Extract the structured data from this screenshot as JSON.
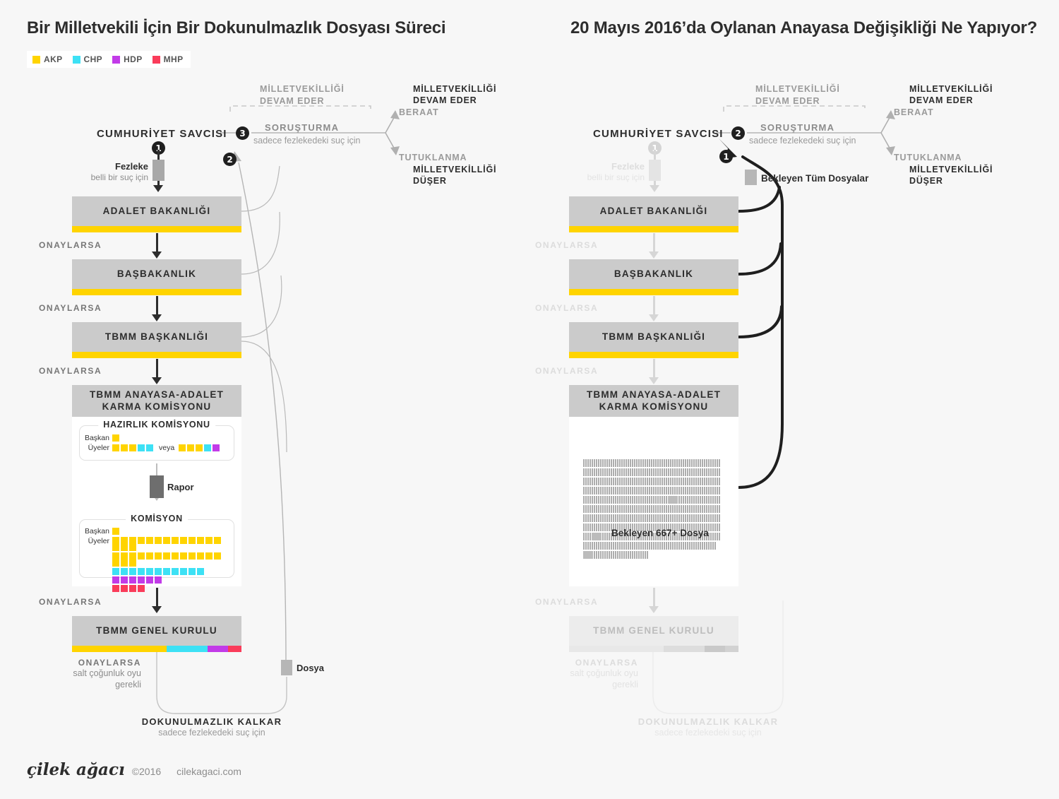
{
  "legend": {
    "items": [
      {
        "label": "AKP",
        "color": "#FFD400"
      },
      {
        "label": "CHP",
        "color": "#3DE1F5"
      },
      {
        "label": "HDP",
        "color": "#C23BE8"
      },
      {
        "label": "MHP",
        "color": "#FA3C5A"
      }
    ]
  },
  "left": {
    "title": "Bir Milletvekili İçin Bir Dokunulmazlık Dosyası Süreci",
    "top": {
      "dashed_label_line1": "MİLLETVEKİLLİĞİ",
      "dashed_label_line2": "DEVAM EDER",
      "prosecutor": "CUMHURİYET SAVCISI",
      "badge_investigation": "3",
      "badge_return": "2",
      "badge_file": "1",
      "investigation": "SORUŞTURMA",
      "investigation_sub": "sadece fezlekedeki suç için",
      "outcome_acquittal": "BERAAT",
      "outcome_acquittal_strong_1": "MİLLETVEKİLLİĞİ",
      "outcome_acquittal_strong_2": "DEVAM EDER",
      "outcome_arrest": "TUTUKLANMA",
      "outcome_arrest_strong_1": "MİLLETVEKİLLİĞİ",
      "outcome_arrest_strong_2": "DÜŞER"
    },
    "fezleke": {
      "title": "Fezleke",
      "sub": "belli bir suç için"
    },
    "boxes": [
      {
        "name": "adalet-bakanligi",
        "title": "ADALET BAKANLIĞI",
        "bar": [
          {
            "color": "#FFD400",
            "pct": 100
          }
        ]
      },
      {
        "name": "basbakanlik",
        "title": "BAŞBAKANLIK",
        "bar": [
          {
            "color": "#FFD400",
            "pct": 100
          }
        ]
      },
      {
        "name": "tbmm-baskanligi",
        "title": "TBMM BAŞKANLIĞI",
        "bar": [
          {
            "color": "#FFD400",
            "pct": 100
          }
        ]
      },
      {
        "name": "karma-komisyon",
        "title": "TBMM ANAYASA-ADALET KARMA KOMİSYONU",
        "bar": [
          {
            "color": "#FFD400",
            "pct": 56
          },
          {
            "color": "#3DE1F5",
            "pct": 24
          },
          {
            "color": "#C23BE8",
            "pct": 12
          },
          {
            "color": "#FA3C5A",
            "pct": 8
          }
        ]
      },
      {
        "name": "genel-kurul",
        "title": "TBMM GENEL KURULU",
        "bar": [
          {
            "color": "#FFD400",
            "pct": 56
          },
          {
            "color": "#3DE1F5",
            "pct": 24
          },
          {
            "color": "#C23BE8",
            "pct": 12
          },
          {
            "color": "#FA3C5A",
            "pct": 8
          }
        ]
      }
    ],
    "approve_label": "ONAYLARSA",
    "prep_commission": {
      "title": "HAZIRLIK KOMİSYONU",
      "chair_label": "Başkan",
      "members_label": "Üyeler",
      "or_label": "veya",
      "chair": [
        "#FFD400"
      ],
      "option_a": [
        "#FFD400",
        "#FFD400",
        "#FFD400",
        "#3DE1F5",
        "#3DE1F5"
      ],
      "option_b": [
        "#FFD400",
        "#FFD400",
        "#FFD400",
        "#3DE1F5",
        "#C23BE8"
      ]
    },
    "report": {
      "label": "Rapor"
    },
    "commission": {
      "title": "KOMİSYON",
      "chair_label": "Başkan",
      "members_label": "Üyeler",
      "chair": [
        "#FFD400"
      ],
      "rows": [
        {
          "color": "#FFD400",
          "count": 16
        },
        {
          "color": "#FFD400",
          "count": 16
        },
        {
          "color": "#3DE1F5",
          "count": 11
        },
        {
          "color": "#C23BE8",
          "count": 6
        },
        {
          "color": "#FA3C5A",
          "count": 4
        }
      ]
    },
    "final_vote": {
      "approve": "ONAYLARSA",
      "sub_1": "salt çoğunluk oyu",
      "sub_2": "gerekli"
    },
    "dosya": {
      "label": "Dosya"
    },
    "result": {
      "strong": "DOKUNULMAZLIK KALKAR",
      "sub": "sadece fezlekedeki suç için"
    }
  },
  "right": {
    "title": "20 Mayıs 2016’da Oylanan Anayasa Değişikliği Ne Yapıyor?",
    "top": {
      "dashed_label_line1": "MİLLETVEKİLLİĞİ",
      "dashed_label_line2": "DEVAM EDER",
      "prosecutor": "CUMHURİYET SAVCISI",
      "badge_investigation": "2",
      "badge_return": "1",
      "badge_file": "1",
      "investigation": "SORUŞTURMA",
      "investigation_sub": "sadece fezlekedeki suç için",
      "outcome_acquittal": "BERAAT",
      "outcome_acquittal_strong_1": "MİLLETVEKİLLİĞİ",
      "outcome_acquittal_strong_2": "DEVAM EDER",
      "outcome_arrest": "TUTUKLANMA",
      "outcome_arrest_strong_1": "MİLLETVEKİLLİĞİ",
      "outcome_arrest_strong_2": "DÜŞER"
    },
    "fezleke": {
      "title": "Fezleke",
      "sub": "belli bir suç için"
    },
    "pending_files_label": "Bekleyen Tüm Dosyalar",
    "boxes": [
      {
        "name": "adalet-bakanligi",
        "title": "ADALET BAKANLIĞI",
        "bar": [
          {
            "color": "#FFD400",
            "pct": 100
          }
        ]
      },
      {
        "name": "basbakanlik",
        "title": "BAŞBAKANLIK",
        "bar": [
          {
            "color": "#FFD400",
            "pct": 100
          }
        ]
      },
      {
        "name": "tbmm-baskanligi",
        "title": "TBMM BAŞKANLIĞI",
        "bar": [
          {
            "color": "#FFD400",
            "pct": 100
          }
        ]
      },
      {
        "name": "karma-komisyon",
        "title": "TBMM ANAYASA-ADALET KARMA KOMİSYONU",
        "bar": [
          {
            "color": "#FFD400",
            "pct": 56
          },
          {
            "color": "#3DE1F5",
            "pct": 24
          },
          {
            "color": "#C23BE8",
            "pct": 12
          },
          {
            "color": "#FA3C5A",
            "pct": 8
          }
        ]
      },
      {
        "name": "genel-kurul",
        "title": "TBMM GENEL KURULU",
        "bar": [
          {
            "color": "#e8e8e8",
            "pct": 56
          },
          {
            "color": "#dddddd",
            "pct": 24
          },
          {
            "color": "#c9c9c9",
            "pct": 12
          },
          {
            "color": "#d2d2d2",
            "pct": 8
          }
        ]
      }
    ],
    "approve_label": "ONAYLARSA",
    "pending_count_label": "Bekleyen 667+ Dosya",
    "pending_count": 667,
    "final_vote": {
      "approve": "ONAYLARSA",
      "sub_1": "salt çoğunluk oyu",
      "sub_2": "gerekli"
    },
    "result": {
      "strong": "DOKUNULMAZLIK KALKAR",
      "sub": "sadece fezlekedeki suç için"
    }
  },
  "footer": {
    "brand": "çilek ağacı",
    "copyright": "©2016",
    "site": "cilekagaci.com"
  }
}
